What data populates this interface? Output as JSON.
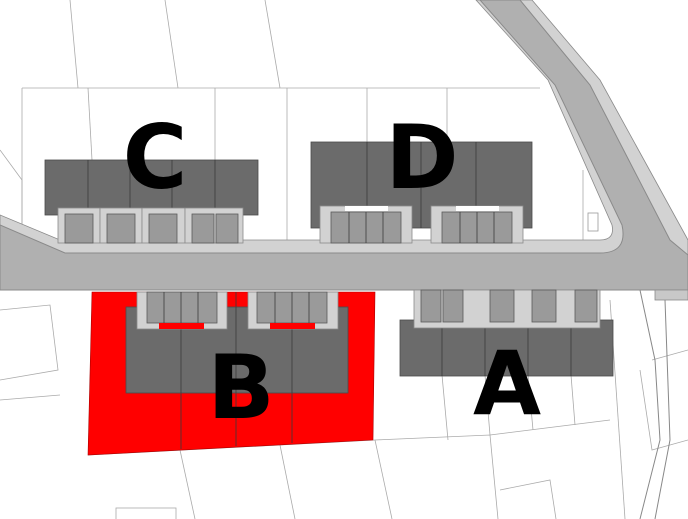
{
  "colors": {
    "building": "#6b6b6b",
    "highlight": "#ff0000",
    "road": "#b0b0b0",
    "sidewalk": "#d2d2d2",
    "garage": "#9a9a9a"
  },
  "blocks": [
    {
      "label": "A",
      "highlighted": false,
      "units": 5
    },
    {
      "label": "B",
      "highlighted": true,
      "units": 4
    },
    {
      "label": "C",
      "highlighted": false,
      "units": 5
    },
    {
      "label": "D",
      "highlighted": false,
      "units": 4
    }
  ]
}
